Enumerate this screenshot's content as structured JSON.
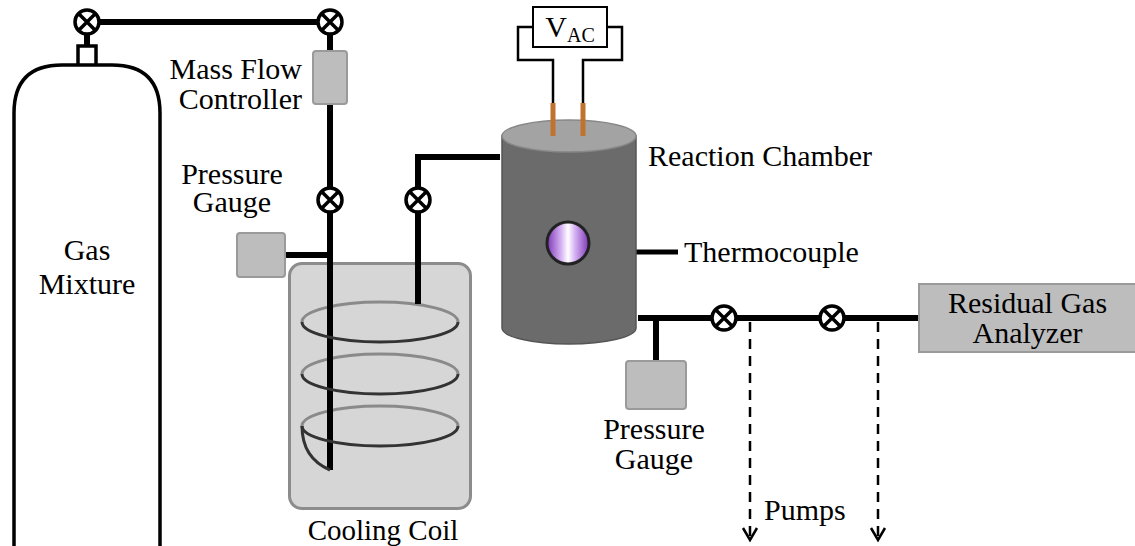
{
  "diagram": {
    "nodes": [
      {
        "text": [
          "Gas Mixture"
        ]
      },
      {
        "text": [
          "Mass Flow Controller"
        ]
      },
      {
        "text": [
          "Pressure Gauge"
        ]
      },
      {
        "text": [
          "Cooling Coil"
        ]
      },
      {
        "text": [
          "V",
          "AC"
        ]
      },
      {
        "text": [
          "Reaction Chamber"
        ]
      },
      {
        "text": [
          "Pressure Gauge"
        ]
      },
      {
        "text": [
          "Residual Gas Analyzer"
        ]
      }
    ],
    "edges": [
      {
        "from": 0,
        "to": 1,
        "arrow": "none"
      },
      {
        "from": 1,
        "to": 2,
        "arrow": "none"
      },
      {
        "from": 1,
        "to": 3,
        "arrow": "none"
      },
      {
        "from": 3,
        "to": 5,
        "arrow": "none"
      },
      {
        "from": 4,
        "to": 5,
        "arrow": "none"
      },
      {
        "from": 5,
        "to": 6,
        "arrow": "none"
      },
      {
        "from": 5,
        "to": 7,
        "arrow": "none"
      }
    ],
    "labels": [
      "Thermocouple",
      "Pumps"
    ]
  }
}
